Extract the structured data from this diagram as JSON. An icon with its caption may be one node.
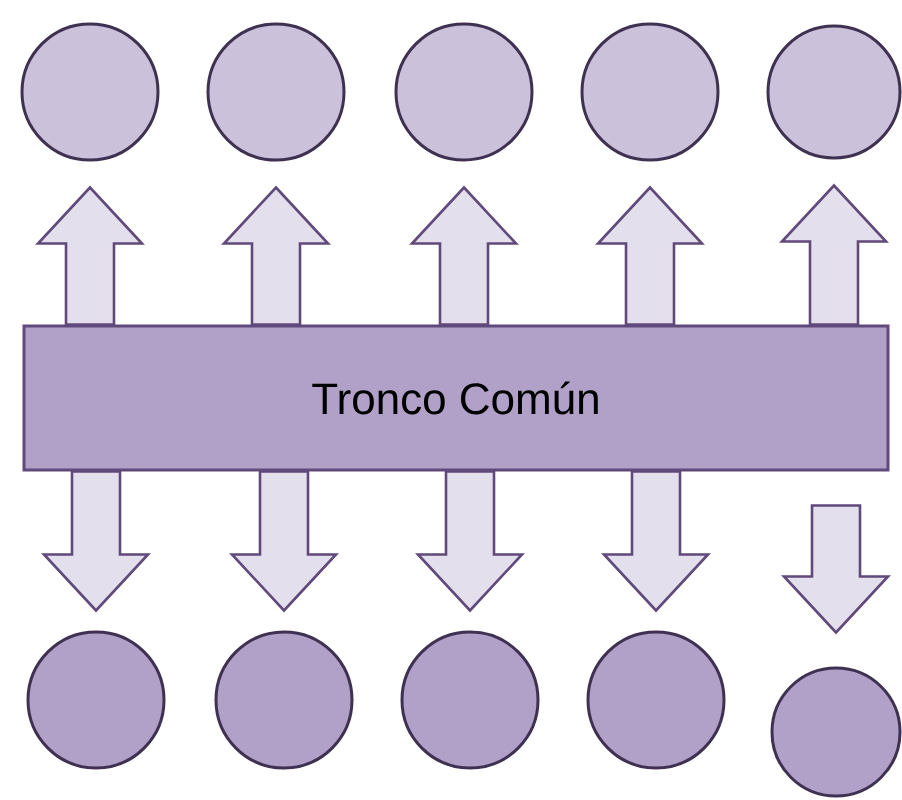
{
  "diagram": {
    "nodes": [
      {
        "text": [],
        "shape": "circle"
      },
      {
        "text": [],
        "shape": "circle"
      },
      {
        "text": [],
        "shape": "circle"
      },
      {
        "text": [],
        "shape": "circle"
      },
      {
        "text": [],
        "shape": "circle"
      },
      {
        "text": [
          "Tronco Común"
        ]
      },
      {
        "text": [],
        "shape": "circle"
      },
      {
        "text": [],
        "shape": "circle"
      },
      {
        "text": [],
        "shape": "circle"
      },
      {
        "text": [],
        "shape": "circle"
      },
      {
        "text": [],
        "shape": "circle"
      }
    ],
    "edges": [
      {
        "from": 5,
        "to": 0,
        "arrow": "to"
      },
      {
        "from": 5,
        "to": 1,
        "arrow": "to"
      },
      {
        "from": 5,
        "to": 2,
        "arrow": "to"
      },
      {
        "from": 5,
        "to": 3,
        "arrow": "to"
      },
      {
        "from": 5,
        "to": 4,
        "arrow": "to"
      },
      {
        "from": 5,
        "to": 6,
        "arrow": "to"
      },
      {
        "from": 5,
        "to": 7,
        "arrow": "to"
      },
      {
        "from": 5,
        "to": 8,
        "arrow": "to"
      },
      {
        "from": 5,
        "to": 9,
        "arrow": "to"
      },
      {
        "from": 5,
        "to": 10,
        "arrow": "to"
      }
    ]
  }
}
